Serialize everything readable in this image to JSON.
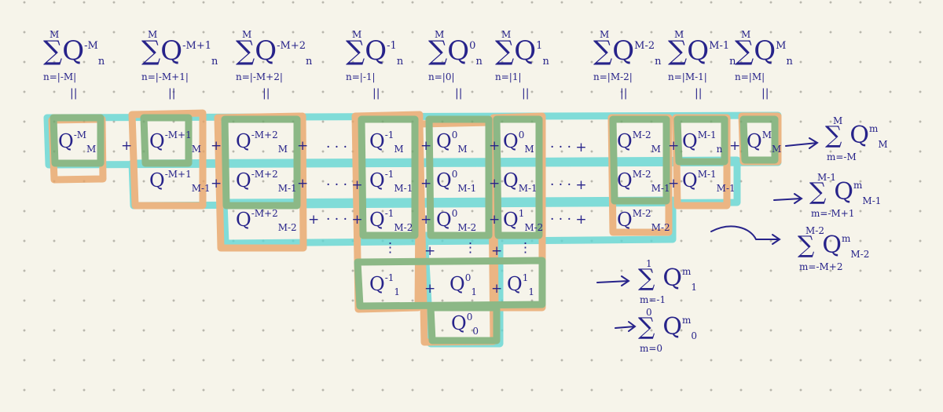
{
  "colors": {
    "ink": "#27238a",
    "teal": "#5fd6d4",
    "orange": "#e8a467",
    "green": "#6fa86a",
    "paper": "#f6f4ea"
  },
  "headers": [
    {
      "top": "M",
      "sym": "∑",
      "q": "Q",
      "sub": "n",
      "sup": "-M",
      "lim": "n=|-M|",
      "eq": "||"
    },
    {
      "top": "M",
      "sym": "∑",
      "q": "Q",
      "sub": "n",
      "sup": "-M+1",
      "lim": "n=|-M+1|",
      "eq": "||"
    },
    {
      "top": "M",
      "sym": "∑",
      "q": "Q",
      "sub": "n",
      "sup": "-M+2",
      "lim": "n=|-M+2|",
      "eq": "||"
    },
    {
      "top": "M",
      "sym": "∑",
      "q": "Q",
      "sub": "n",
      "sup": "-1",
      "lim": "n=|-1|",
      "eq": "||"
    },
    {
      "top": "M",
      "sym": "∑",
      "q": "Q",
      "sub": "n",
      "sup": "0",
      "lim": "n=|0|",
      "eq": "||"
    },
    {
      "top": "M",
      "sym": "∑",
      "q": "Q",
      "sub": "n",
      "sup": "1",
      "lim": "n=|1|",
      "eq": "||"
    },
    {
      "top": "M",
      "sym": "∑",
      "q": "Q",
      "sub": "n",
      "sup": "M-2",
      "lim": "n=|M-2|",
      "eq": "||"
    },
    {
      "top": "M",
      "sym": "∑",
      "q": "Q",
      "sub": "n",
      "sup": "M-1",
      "lim": "n=|M-1|",
      "eq": "||"
    },
    {
      "top": "M",
      "sym": "∑",
      "q": "Q",
      "sub": "n",
      "sup": "M",
      "lim": "n=|M|",
      "eq": "||"
    }
  ],
  "grid": {
    "row1": [
      {
        "sup": "-M",
        "sub": "M"
      },
      {
        "sup": "-M+1",
        "sub": "M"
      },
      {
        "sup": "-M+2",
        "sub": "M"
      },
      {
        "sup": "-1",
        "sub": "M"
      },
      {
        "sup": "0",
        "sub": "M"
      },
      {
        "sup": "0",
        "sub": "M"
      },
      {
        "sup": "M-2",
        "sub": "M"
      },
      {
        "sup": "M-1",
        "sub": "n"
      },
      {
        "sup": "M",
        "sub": "M"
      }
    ],
    "row2": [
      {
        "sup": "-M+1",
        "sub": "M-1"
      },
      {
        "sup": "-M+2",
        "sub": "M-1"
      },
      {
        "sup": "-1",
        "sub": "M-1"
      },
      {
        "sup": "0",
        "sub": "M-1"
      },
      {
        "sup": "",
        "sub": "M-1"
      },
      {
        "sup": "M-2",
        "sub": "M-1"
      },
      {
        "sup": "M-1",
        "sub": "M-1"
      }
    ],
    "row3": [
      {
        "sup": "-M+2",
        "sub": "M-2"
      },
      {
        "sup": "-1",
        "sub": "M-2"
      },
      {
        "sup": "0",
        "sub": "M-2"
      },
      {
        "sup": "1",
        "sub": "M-2"
      },
      {
        "sup": "M-2",
        "sub": "M-2"
      }
    ],
    "row4": [
      {
        "sup": "-1",
        "sub": "1"
      },
      {
        "sup": "0",
        "sub": "1"
      },
      {
        "sup": "1",
        "sub": "1"
      }
    ],
    "row5": [
      {
        "sup": "0",
        "sub": "0"
      }
    ],
    "q": "Q",
    "plus": "+",
    "dots": "· · ·",
    "vdots": "⋮"
  },
  "results": [
    {
      "top": "M",
      "sym": "∑",
      "lim": "m=-M",
      "q": "Q",
      "sup": "m",
      "sub": "M"
    },
    {
      "top": "M-1",
      "sym": "∑",
      "lim": "m=-M+1",
      "q": "Q",
      "sup": "m",
      "sub": "M-1"
    },
    {
      "top": "M-2",
      "sym": "∑",
      "lim": "m=-M+2",
      "q": "Q",
      "sup": "m",
      "sub": "M-2"
    },
    {
      "top": "1",
      "sym": "∑",
      "lim": "m=-1",
      "q": "Q",
      "sup": "m",
      "sub": "1"
    },
    {
      "top": "0",
      "sym": "∑",
      "lim": "m=0",
      "q": "Q",
      "sup": "m",
      "sub": "0"
    }
  ],
  "arrow": "→"
}
